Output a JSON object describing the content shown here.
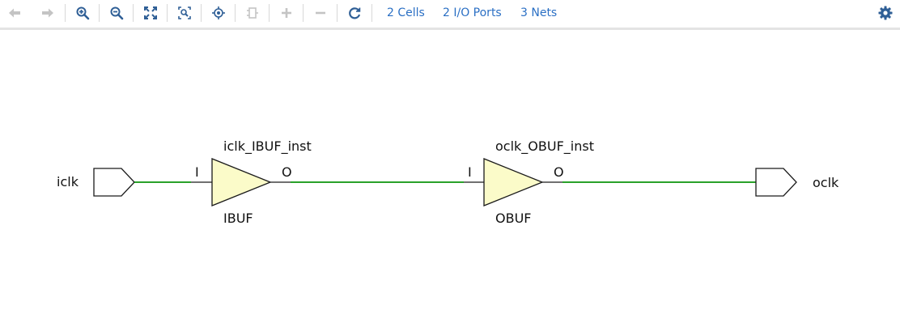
{
  "toolbar": {
    "buttons": [
      {
        "name": "back-icon",
        "enabled": false
      },
      {
        "name": "forward-icon",
        "enabled": false
      },
      {
        "name": "zoom-in-icon",
        "enabled": true
      },
      {
        "name": "zoom-out-icon",
        "enabled": true
      },
      {
        "name": "zoom-fit-icon",
        "enabled": true
      },
      {
        "name": "zoom-area-icon",
        "enabled": true
      },
      {
        "name": "center-icon",
        "enabled": true
      },
      {
        "name": "regenerate-icon",
        "enabled": false
      },
      {
        "name": "expand-plus-icon",
        "enabled": false
      },
      {
        "name": "collapse-minus-icon",
        "enabled": false
      },
      {
        "name": "refresh-icon",
        "enabled": true
      }
    ],
    "cells_link": "2 Cells",
    "ports_link": "2 I/O Ports",
    "nets_link": "3 Nets",
    "settings_icon": "gear-icon"
  },
  "schematic": {
    "input_port": {
      "name": "iclk"
    },
    "output_port": {
      "name": "oclk"
    },
    "cells": [
      {
        "instance": "iclk_IBUF_inst",
        "type": "IBUF",
        "input_pin": "I",
        "output_pin": "O"
      },
      {
        "instance": "oclk_OBUF_inst",
        "type": "OBUF",
        "input_pin": "I",
        "output_pin": "O"
      }
    ],
    "colors": {
      "wire": "#2aa12a",
      "buffer_fill": "#fbfbc9",
      "stroke": "#1a1a1a",
      "link": "#2a6fc4",
      "disabled_icon": "#c4c4c4",
      "enabled_icon": "#2f5f96"
    }
  }
}
